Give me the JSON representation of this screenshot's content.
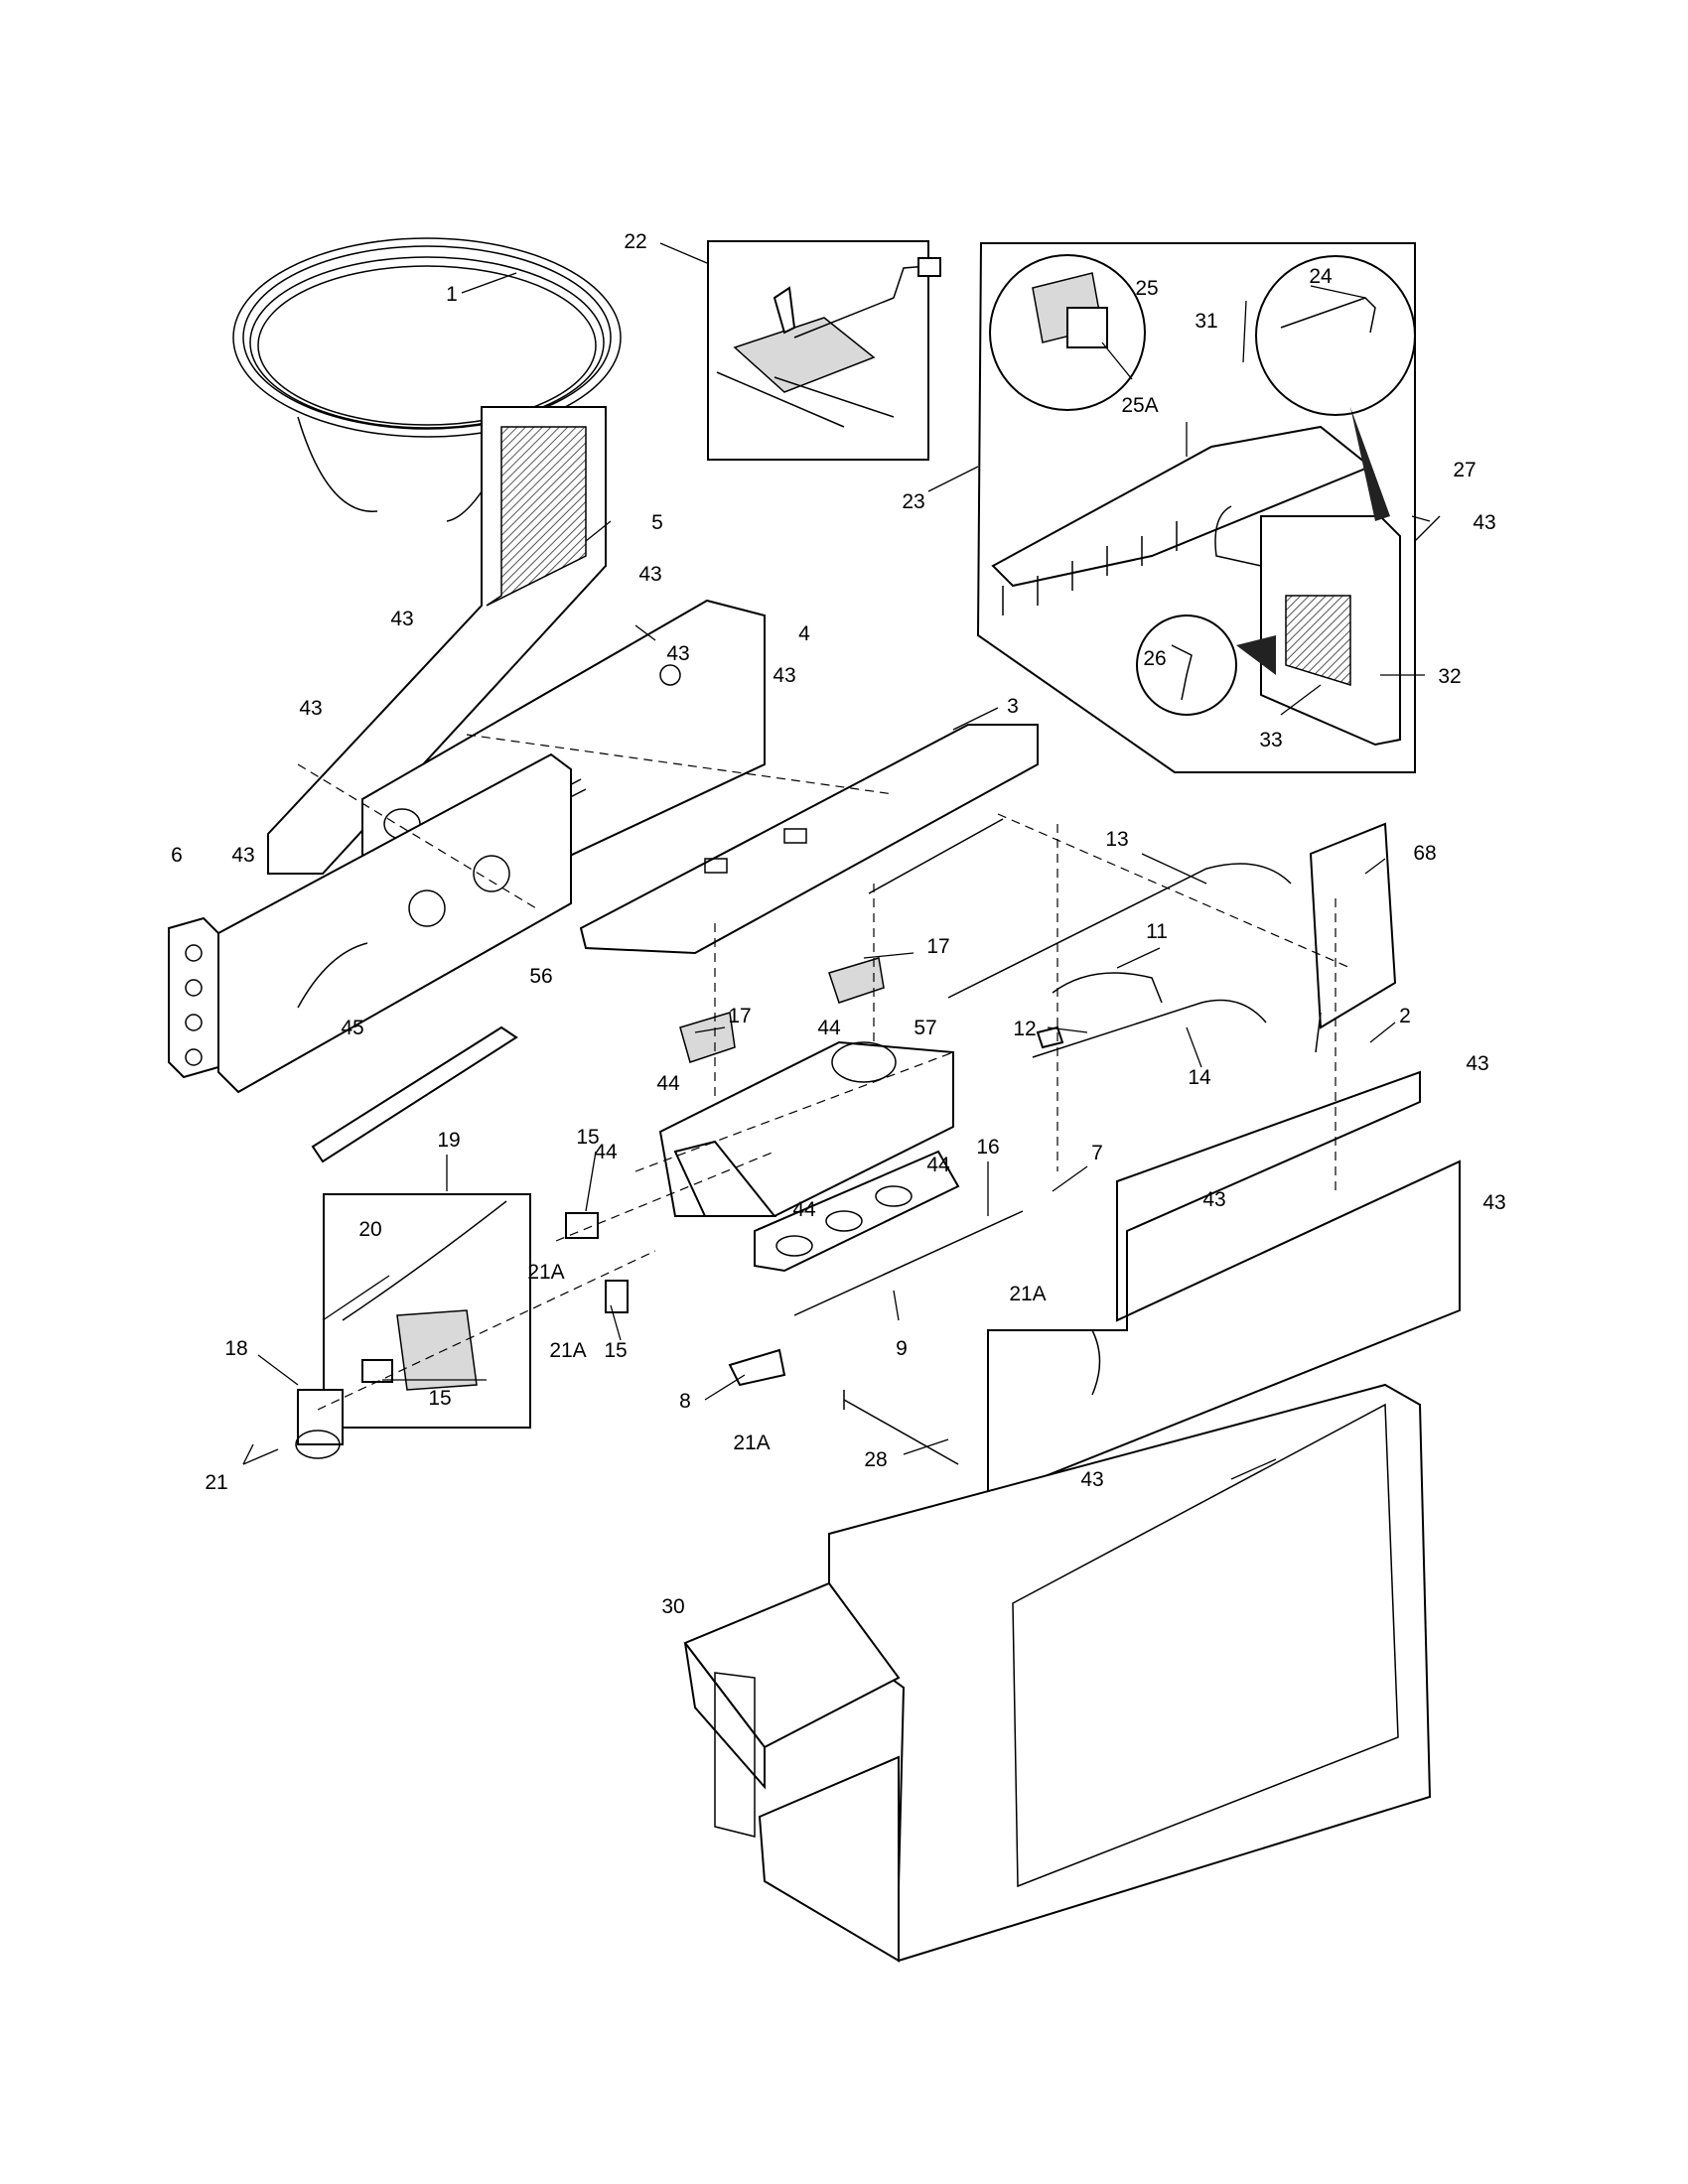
{
  "callouts": {
    "c1": "1",
    "c2": "2",
    "c3": "3",
    "c4": "4",
    "c5": "5",
    "c6": "6",
    "c7": "7",
    "c8": "8",
    "c9": "9",
    "c11": "11",
    "c12": "12",
    "c13": "13",
    "c14": "14",
    "c15": "15",
    "c16": "16",
    "c17": "17",
    "c18": "18",
    "c19": "19",
    "c20": "20",
    "c21": "21",
    "c21A": "21A",
    "c22": "22",
    "c23": "23",
    "c24": "24",
    "c25": "25",
    "c25A": "25A",
    "c26": "26",
    "c27": "27",
    "c28": "28",
    "c30": "30",
    "c31": "31",
    "c32": "32",
    "c33": "33",
    "c43": "43",
    "c44": "44",
    "c45": "45",
    "c56": "56",
    "c57": "57",
    "c68": "68"
  }
}
